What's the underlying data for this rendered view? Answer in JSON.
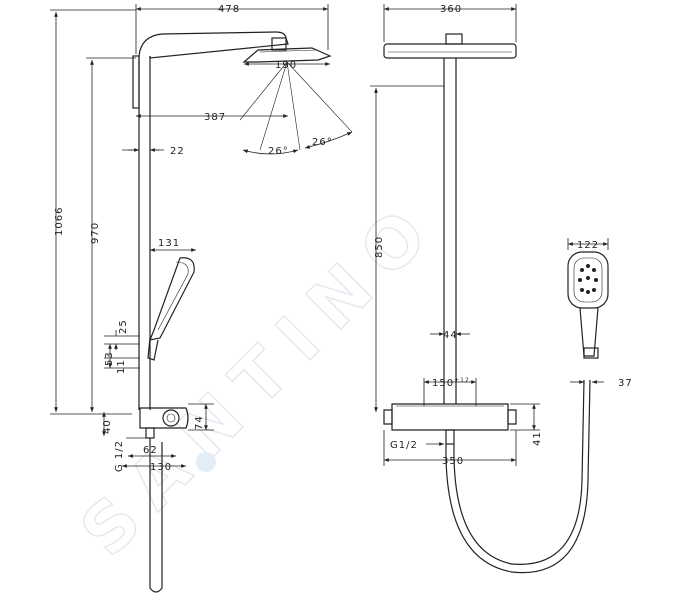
{
  "watermark": {
    "brand": "SANTINO"
  },
  "left_view": {
    "dims": {
      "d478": "478",
      "d190": "190",
      "d387": "387",
      "d22": "22",
      "a26_left": "26°",
      "a26_right": "26°",
      "d1066": "1066",
      "d970": "970",
      "d131": "131",
      "d25": "25",
      "d53": "53",
      "d11": "11",
      "d40": "40",
      "d74": "74",
      "g12": "G 1/2",
      "d62": "62",
      "d130": "130"
    }
  },
  "right_view": {
    "dims": {
      "d360": "360",
      "d850": "850",
      "d44": "44",
      "d150": "150",
      "d150_tol": "±12",
      "g12": "G1/2",
      "d350": "350",
      "d41": "41",
      "d122": "122",
      "d37": "37"
    }
  },
  "colors": {
    "line": "#222222",
    "watermark": "#e4e8ee",
    "watermark_dot": "#d6e6f5"
  }
}
